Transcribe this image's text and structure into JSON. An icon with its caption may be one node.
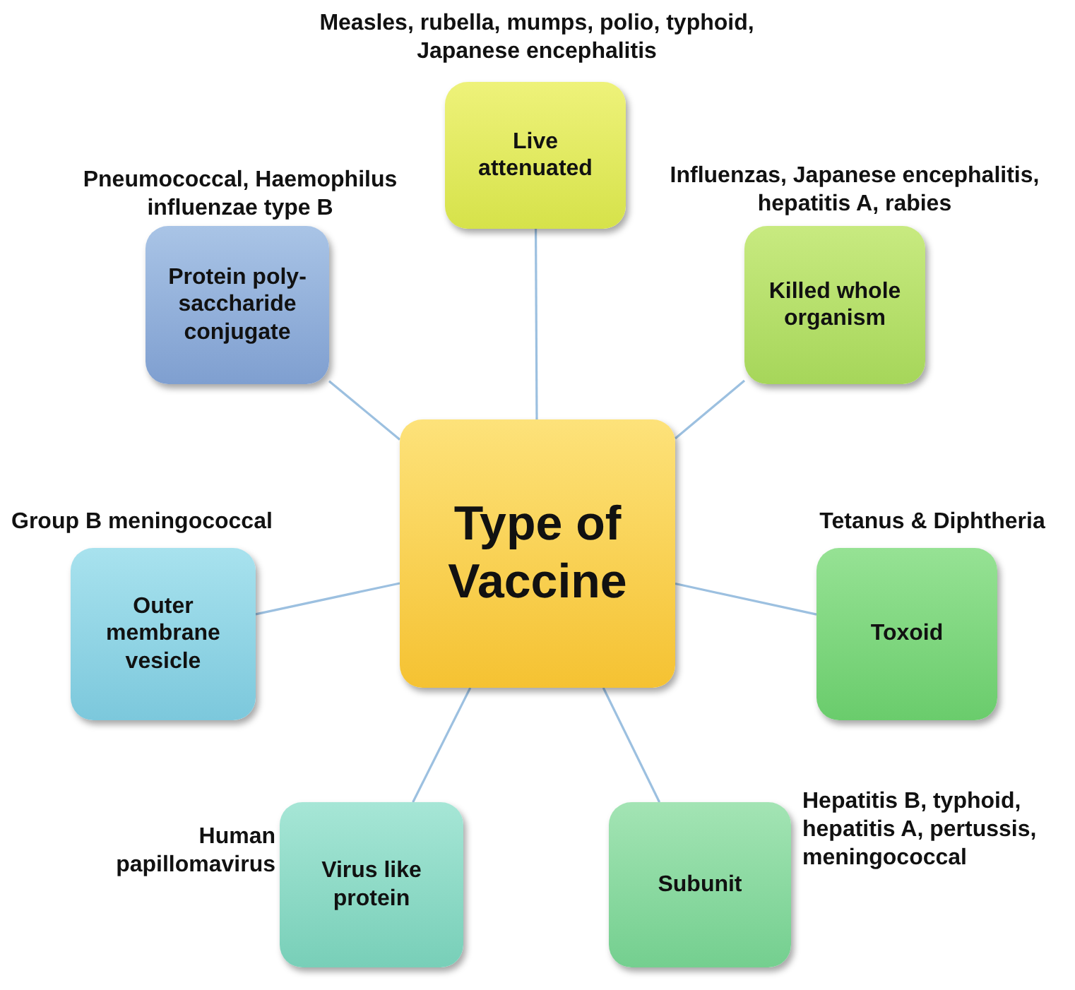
{
  "diagram": {
    "nodes": [
      {
        "text": [
          "Type of Vaccine"
        ]
      },
      {
        "text": [
          "Live attenuated"
        ],
        "beside": [
          "Measles, rubella, mumps, polio, typhoid, Japanese encephalitis"
        ]
      },
      {
        "text": [
          "Protein poly- saccharide conjugate"
        ],
        "beside": [
          "Pneumococcal, Haemophilus influenzae type B"
        ]
      },
      {
        "text": [
          "Killed whole organism"
        ],
        "beside": [
          "Influenzas, Japanese encephalitis, hepatitis A, rabies"
        ]
      },
      {
        "text": [
          "Outer membrane vesicle"
        ],
        "beside": [
          "Group B meningococcal"
        ]
      },
      {
        "text": [
          "Toxoid"
        ],
        "beside": [
          "Tetanus & Diphtheria"
        ]
      },
      {
        "text": [
          "Virus like protein"
        ],
        "beside": [
          "Human papillomavirus"
        ]
      },
      {
        "text": [
          "Subunit"
        ],
        "beside": [
          "Hepatitis B, typhoid, hepatitis A, pertussis, meningococcal"
        ]
      }
    ],
    "edges": [
      {
        "from": 0,
        "to": 1,
        "arrow": "none"
      },
      {
        "from": 0,
        "to": 2,
        "arrow": "none"
      },
      {
        "from": 0,
        "to": 3,
        "arrow": "none"
      },
      {
        "from": 0,
        "to": 4,
        "arrow": "none"
      },
      {
        "from": 0,
        "to": 5,
        "arrow": "none"
      },
      {
        "from": 0,
        "to": 6,
        "arrow": "none"
      },
      {
        "from": 0,
        "to": 7,
        "arrow": "none"
      }
    ]
  }
}
